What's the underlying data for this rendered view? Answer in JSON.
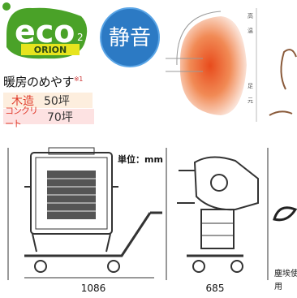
{
  "logo": {
    "eco_text": "eco",
    "eco_sub": "2",
    "brand": "ORION"
  },
  "badge": {
    "label": "静音"
  },
  "heating": {
    "title": "暖房のめやす",
    "note_mark": "※1",
    "rows": [
      {
        "type": "木造",
        "area": "50坪"
      },
      {
        "type": "コンクリート",
        "area": "70坪"
      }
    ]
  },
  "drawing": {
    "unit_label": "単位：mm",
    "width_dim": "1086",
    "depth_dim": "685"
  },
  "side_text": "塵埃使用",
  "colors": {
    "eco_green": "#4aa228",
    "badge_blue": "#2c7ac4",
    "accent_red": "#e03a2a"
  }
}
